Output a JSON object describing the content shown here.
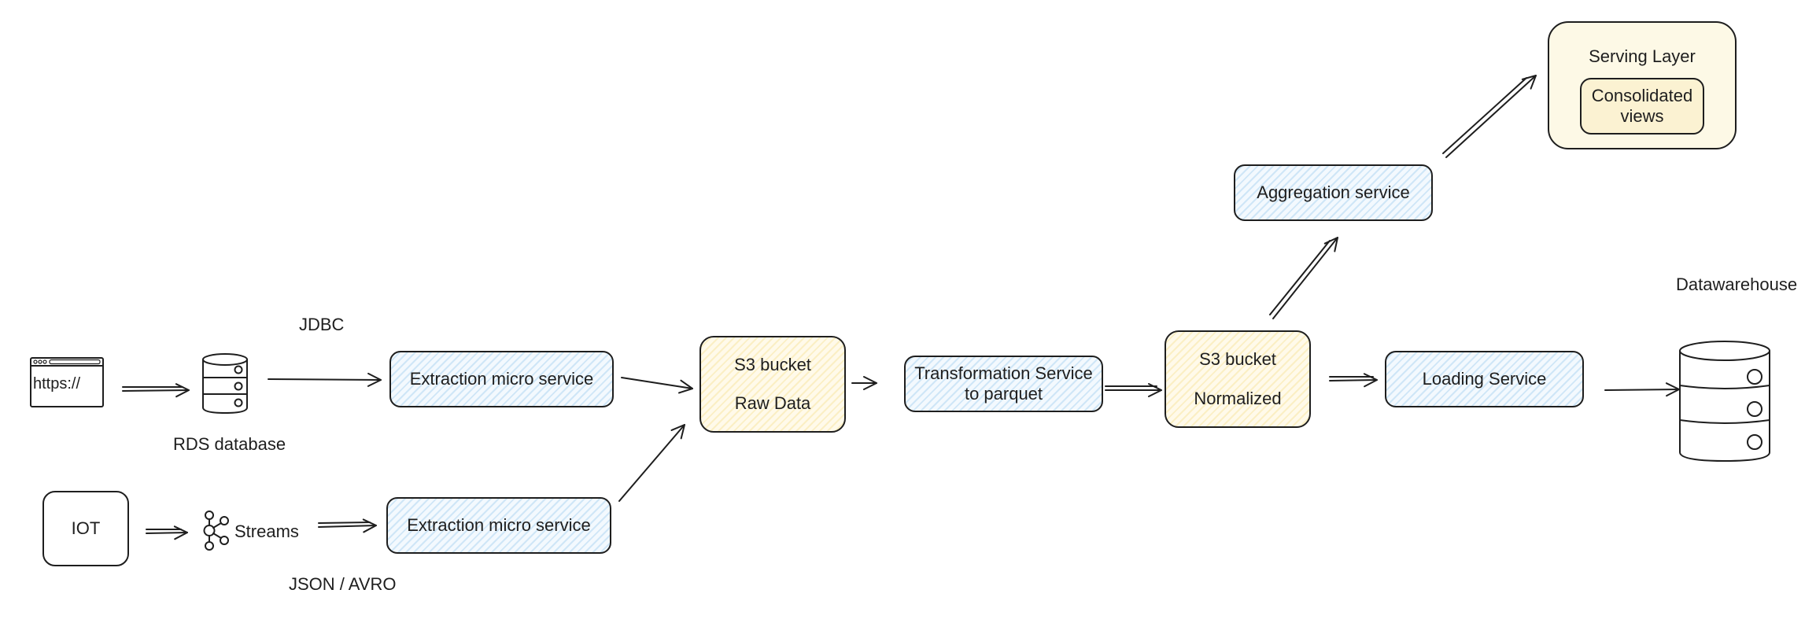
{
  "sources": {
    "browser_text": "https://",
    "rds_label": "RDS database",
    "jdbc_label": "JDBC",
    "iot_label": "IOT",
    "streams_label": "Streams",
    "json_avro_label": "JSON / AVRO"
  },
  "extraction": {
    "top_label": "Extraction micro service",
    "bottom_label": "Extraction micro service"
  },
  "s3_raw": {
    "title": "S3 bucket",
    "subtitle": "Raw Data"
  },
  "transformation": {
    "line1": "Transformation Service",
    "line2": "to parquet"
  },
  "s3_normalized": {
    "title": "S3 bucket",
    "subtitle": "Normalized"
  },
  "aggregation": {
    "label": "Aggregation service"
  },
  "serving": {
    "title": "Serving Layer",
    "inner_line1": "Consolidated",
    "inner_line2": "views"
  },
  "loading": {
    "label": "Loading Service"
  },
  "warehouse": {
    "label": "Datawarehouse"
  },
  "colors": {
    "service_fill": "#cfe6f7",
    "storage_fill": "#fbefc4",
    "stroke": "#1e1e1e"
  }
}
